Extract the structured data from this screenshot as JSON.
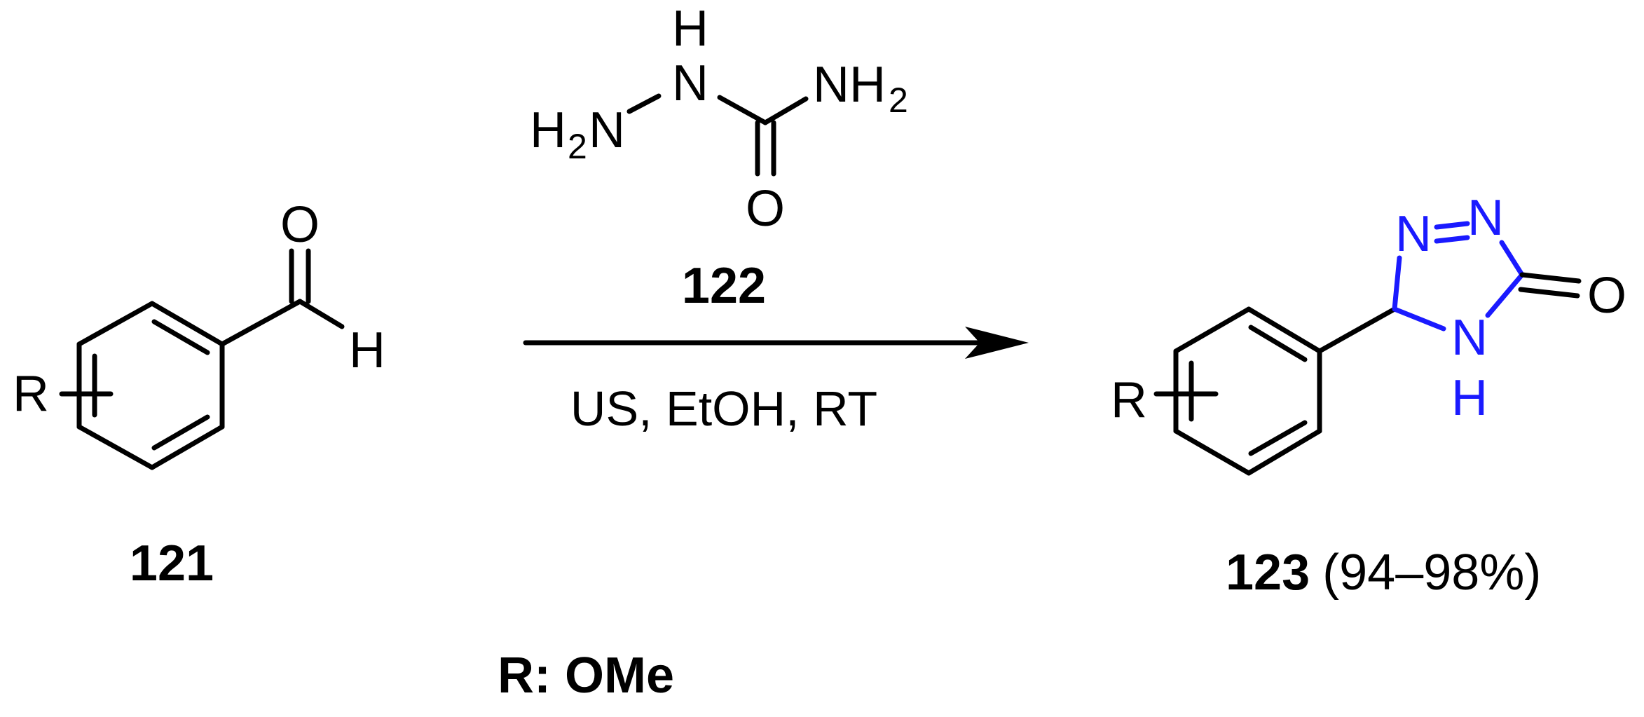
{
  "colors": {
    "ink": "#000000",
    "accent": "#1a1aff",
    "background": "#ffffff"
  },
  "reactant": {
    "label": "121",
    "atoms": {
      "substituent": "R",
      "oxygen": "O",
      "hydrogen": "H"
    }
  },
  "reagent": {
    "label": "122",
    "atoms": {
      "h_top": "H",
      "n_mid": "N",
      "h2n_h": "H",
      "h2n_2": "2",
      "h2n_n": "N",
      "nh2_nh": "NH",
      "nh2_2": "2",
      "oxygen": "O"
    }
  },
  "conditions": "US, EtOH, RT",
  "product": {
    "label": "123",
    "yield": "(94–98%)",
    "atoms": {
      "substituent": "R",
      "n1": "N",
      "n2": "N",
      "oxygen": "O",
      "nh_n": "N",
      "nh_h": "H"
    }
  },
  "footnote": "R: OMe"
}
